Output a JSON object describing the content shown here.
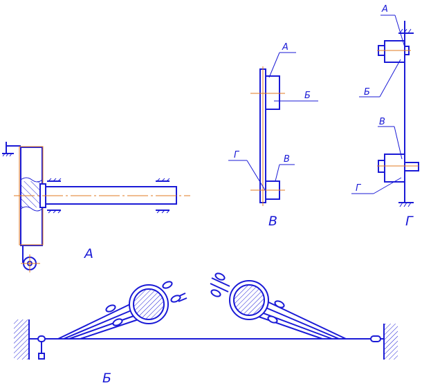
{
  "colors": {
    "line": "#1a1ad6",
    "axis": "#e07a20",
    "background": "#ffffff"
  },
  "labels": {
    "view_a": "А",
    "view_b": "Б",
    "view_v": "В",
    "view_g": "Г",
    "point_a": "А",
    "point_b": "Б",
    "point_v": "В",
    "point_g": "Г"
  }
}
